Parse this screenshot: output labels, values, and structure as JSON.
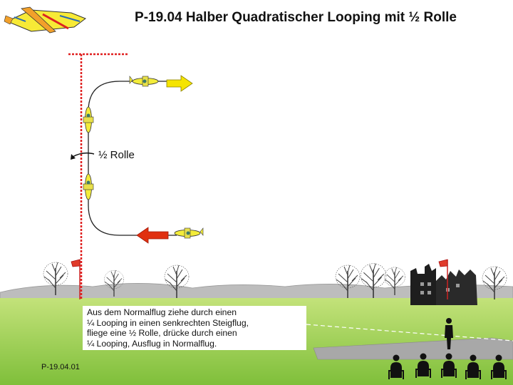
{
  "title": "P-19.04 Halber Quadratischer Looping mit ½ Rolle",
  "roll_label": "½  Rolle",
  "description_lines": [
    "Aus dem Normalflug ziehe durch einen",
    "¼ Looping in einen senkrechten Steigflug,",
    "fliege eine ½ Rolle, drücke durch einen",
    "¼ Looping, Ausflug in Normalflug."
  ],
  "code": "P-19.04.01",
  "colors": {
    "sky": "#ffffff",
    "grass": "#8cc63f",
    "hills": "#b8b8b8",
    "runway": "#a6a6a6",
    "pole": "#e02020",
    "entry_arrow": "#e03010",
    "exit_arrow": "#f5e400",
    "plane_body": "#f3ec3a"
  },
  "icons": [
    "logo-plane-icon",
    "plane-icon",
    "flag-icon",
    "tree-icon",
    "castle-icon",
    "pilot-icon",
    "spectator-icon",
    "roll-arrow-icon"
  ]
}
